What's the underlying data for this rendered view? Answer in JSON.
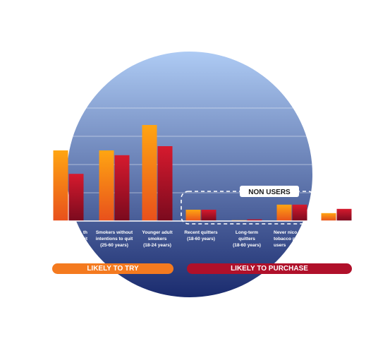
{
  "colors": {
    "circle_top": "#aecbf4",
    "circle_bottom": "#1a2b6e",
    "series_a_top": "#ffa512",
    "series_a_bottom": "#e8501c",
    "series_b_top": "#d61a2e",
    "series_b_bottom": "#7a0a1e",
    "likely_to_try": "#f47a1f",
    "likely_to_purchase": "#b0102a"
  },
  "labels": {
    "non_users": "NON USERS",
    "likely_to_try": "LIKELY TO TRY",
    "likely_to_purchase": "LIKELY TO PURCHASE"
  },
  "chart_data": {
    "type": "bar",
    "categories": [
      "th\nquit",
      "Smokers without\nintentions to quit\n(25-60 years)",
      "Younger adult\nsmokers\n(18-24 years)",
      "Recent quitters\n(18-60 years)",
      "Long-term\nquitters\n(18-60 years)",
      "Never nico\ntobacco p\nusers",
      ""
    ],
    "series": [
      {
        "values": [
          25,
          25,
          34,
          4,
          0.3,
          5.8,
          2.8
        ]
      },
      {
        "values": [
          16.7,
          23.3,
          26.5,
          4,
          0.6,
          5.8,
          4.3
        ]
      }
    ],
    "ylim": [
      0,
      40
    ],
    "grid": true,
    "groups": [
      {
        "label": "LIKELY TO TRY",
        "categories": [
          0,
          1,
          2
        ]
      },
      {
        "label": "LIKELY TO PURCHASE",
        "categories": [
          3,
          4,
          5,
          6
        ]
      }
    ],
    "bracket": {
      "label": "NON USERS",
      "categories": [
        3,
        4,
        5
      ]
    }
  }
}
